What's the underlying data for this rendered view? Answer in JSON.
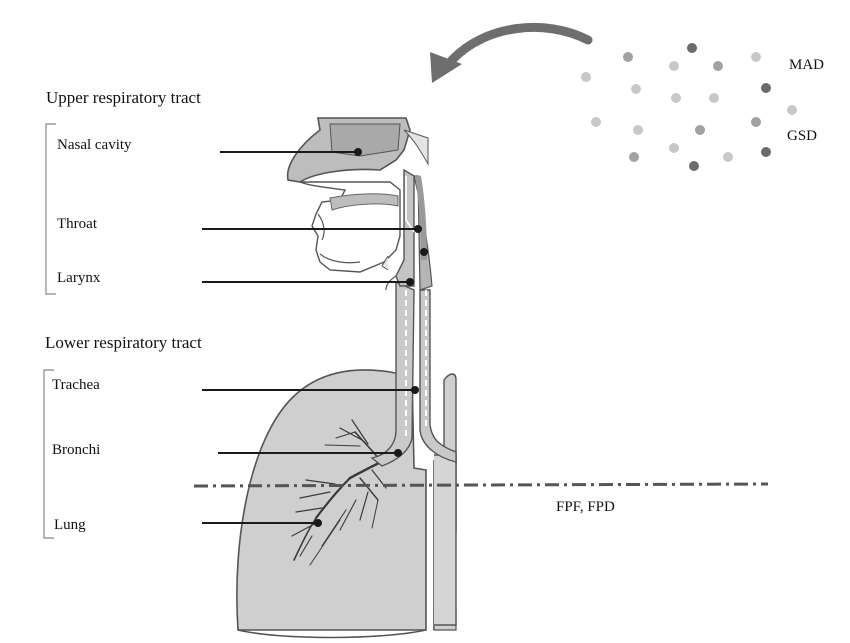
{
  "headings": {
    "upper": "Upper respiratory tract",
    "lower": "Lower respiratory tract"
  },
  "upper_parts": [
    "Nasal cavity",
    "Throat",
    "Larynx"
  ],
  "lower_parts": [
    "Trachea",
    "Bronchi",
    "Lung"
  ],
  "particle_labels": {
    "mad": "MAD",
    "gsd": "GSD"
  },
  "threshold_label": "FPF,  FPD",
  "colors": {
    "line": "#1a1a1a",
    "tissue": "#c4c4c4",
    "tissue_dark": "#9a9a9a",
    "outline": "#555555",
    "particle_light": "#c8c8c8",
    "particle_mid": "#a2a2a2",
    "particle_dark": "#6b6b6b",
    "arrow": "#6e6e6e",
    "dashline": "#555555"
  }
}
